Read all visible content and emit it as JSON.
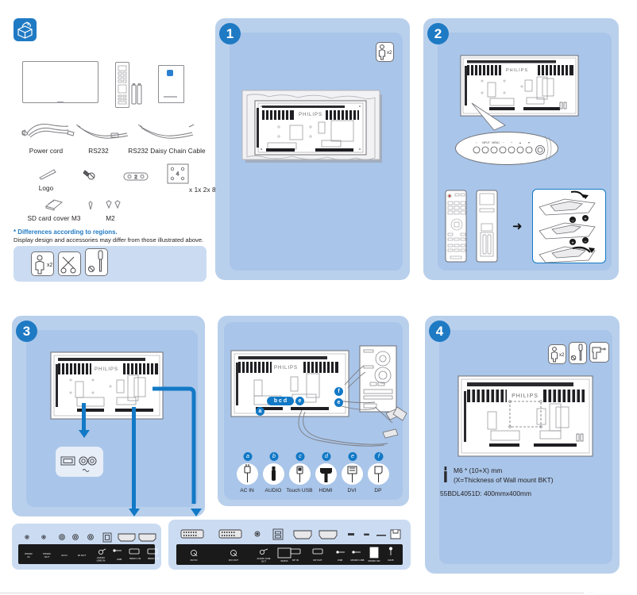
{
  "document": {
    "type": "quick-start-guide",
    "model": "55BDL4051D",
    "brand": "PHILIPS"
  },
  "accessories": {
    "icon_name": "unboxing-icon",
    "items": [
      {
        "label": "",
        "icon": "display-panel"
      },
      {
        "label": "",
        "icon": "remote-control"
      },
      {
        "label": "",
        "icon": "user-manual"
      }
    ],
    "cables": [
      {
        "label": "Power cord",
        "icon": "power-cord"
      },
      {
        "label": "RS232",
        "icon": "rs232-cable"
      },
      {
        "label": "RS232 Daisy Chain Cable",
        "icon": "rs232-daisy-chain-cable"
      }
    ],
    "small_parts": [
      {
        "label": "Logo",
        "icon": "logo-plate"
      },
      {
        "label": "",
        "icon": "screw-clip"
      },
      {
        "label": "",
        "icon": "battery-pack"
      },
      {
        "label": "",
        "icon": "screw-sheet"
      }
    ],
    "quantity_note": "x 1x 2x 8",
    "parts_row2": [
      {
        "label": "SD card cover M3",
        "icon": "sd-card-cover"
      },
      {
        "label": "M2",
        "icon": "m2-screws"
      }
    ],
    "footnote_highlight": "* Differences according to regions.",
    "footnote_text": "Display design and accessories may differ from those illustrated above.",
    "tools": [
      {
        "icon": "person-icon",
        "qty": "x2"
      },
      {
        "icon": "scissors-icon",
        "qty": ""
      },
      {
        "icon": "screwdriver-icon",
        "qty": ""
      }
    ]
  },
  "steps": [
    {
      "number": "1",
      "tools": [
        {
          "icon": "person-icon",
          "qty": "x2"
        }
      ],
      "illustration": "display-face-down-on-soft-surface"
    },
    {
      "number": "2",
      "illustration": "display-rear-control-panel-and-remote-battery-install",
      "control_panel_buttons": [
        "",
        "INPUT",
        "MENU",
        "−",
        "+",
        "▲",
        "▼",
        "POWER"
      ],
      "battery_polarity": [
        "−",
        "+",
        "+",
        "−"
      ]
    },
    {
      "number": "3",
      "illustration": "display-rear-ports-callouts",
      "port_group_left": [
        "RS232 IN",
        "RS232 OUT",
        "IR IN",
        "IR OUT",
        "AUDIO LINE IN",
        "USB",
        "HDMI 1 IN",
        "HDMI 2 IN"
      ],
      "port_group_center": [
        "DVI IN",
        "DVI OUT",
        "AUDIO LINE OUT",
        "SD/DA",
        "DP IN",
        "DP OUT",
        "USB",
        "MICRO USB",
        "MICRO SD",
        "RJ45"
      ],
      "power_callout": [
        "main-power-switch",
        "ac-inlet"
      ]
    },
    {
      "number": "4",
      "tools": [
        {
          "icon": "person-icon",
          "qty": "x2"
        },
        {
          "icon": "screwdriver-icon",
          "qty": ""
        },
        {
          "icon": "drill-icon",
          "qty": ""
        }
      ],
      "mount_lines": [
        "M6 * (10+X) mm",
        "(X=Thickness of  Wall mount BKT)"
      ],
      "vesa_line": "55BDL4051D: 400mmx400mm"
    }
  ],
  "connections": {
    "legend": [
      {
        "letter": "a",
        "label": "AC IN",
        "icon": "ac-plug-icon"
      },
      {
        "letter": "b",
        "label": "AUDIO",
        "icon": "audio-jack-icon"
      },
      {
        "letter": "c",
        "label": "Touch USB",
        "icon": "usb-icon"
      },
      {
        "letter": "d",
        "label": "HDMI",
        "icon": "hdmi-icon"
      },
      {
        "letter": "e",
        "label": "DVI",
        "icon": "dvi-icon"
      },
      {
        "letter": "f",
        "label": "DP",
        "icon": "displayport-icon"
      }
    ]
  },
  "colors": {
    "panel": "#b9d0ec",
    "panel_inner": "#a9c5e9",
    "accent": "#1f7ac4",
    "arrow": "#1279c6",
    "strip": "#cbdcf2",
    "text": "#231f20"
  }
}
